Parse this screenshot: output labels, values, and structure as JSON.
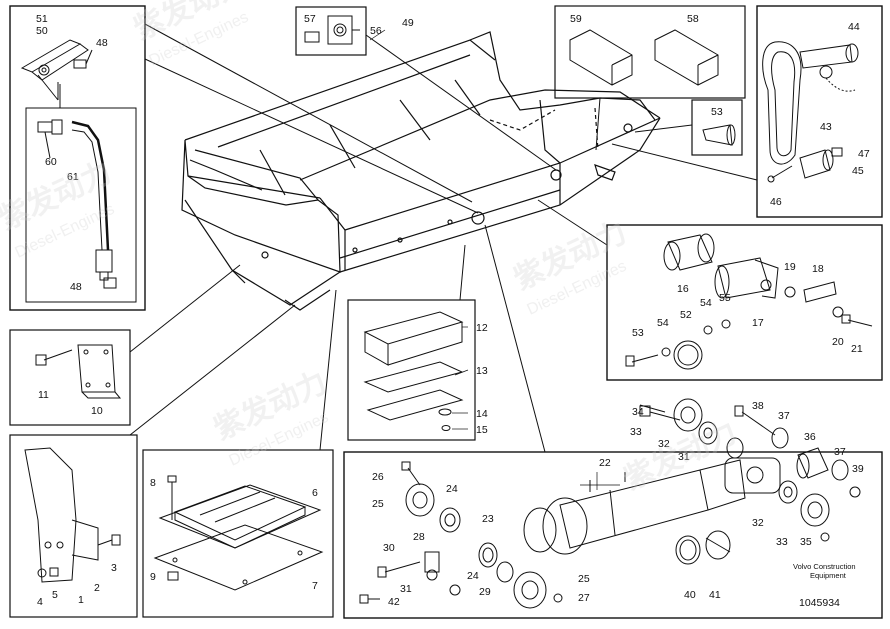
{
  "diagram": {
    "callouts": [
      "1",
      "2",
      "3",
      "4",
      "5",
      "6",
      "7",
      "8",
      "9",
      "10",
      "11",
      "12",
      "13",
      "14",
      "15",
      "16",
      "17",
      "18",
      "19",
      "20",
      "21",
      "22",
      "23",
      "24",
      "25",
      "26",
      "27",
      "28",
      "29",
      "30",
      "31",
      "32",
      "33",
      "34",
      "35",
      "36",
      "37",
      "38",
      "39",
      "40",
      "41",
      "42",
      "43",
      "44",
      "45",
      "46",
      "47",
      "48",
      "49",
      "50",
      "51",
      "52",
      "53",
      "54",
      "55",
      "56",
      "57",
      "58",
      "59",
      "60",
      "61"
    ],
    "caption_line1": "Volvo Construction",
    "caption_line2": "Equipment",
    "drawing_number": "1045934",
    "watermark_cn": "紫发动力",
    "watermark_en": "Diesel-Engines"
  }
}
